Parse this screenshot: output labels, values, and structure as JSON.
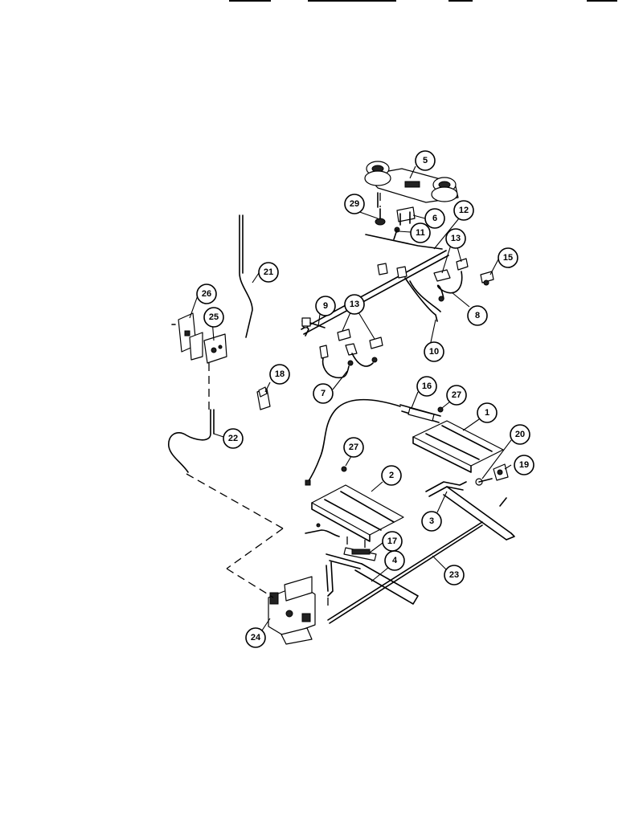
{
  "diagram": {
    "callouts": [
      {
        "key": "c5",
        "label": "5"
      },
      {
        "key": "c29",
        "label": "29"
      },
      {
        "key": "c6",
        "label": "6"
      },
      {
        "key": "c12",
        "label": "12"
      },
      {
        "key": "c11",
        "label": "11"
      },
      {
        "key": "c13a",
        "label": "13"
      },
      {
        "key": "c15",
        "label": "15"
      },
      {
        "key": "c21",
        "label": "21"
      },
      {
        "key": "c26",
        "label": "26"
      },
      {
        "key": "c25",
        "label": "25"
      },
      {
        "key": "c9",
        "label": "9"
      },
      {
        "key": "c13b",
        "label": "13"
      },
      {
        "key": "c8",
        "label": "8"
      },
      {
        "key": "c10",
        "label": "10"
      },
      {
        "key": "c18",
        "label": "18"
      },
      {
        "key": "c7",
        "label": "7"
      },
      {
        "key": "c16",
        "label": "16"
      },
      {
        "key": "c27a",
        "label": "27"
      },
      {
        "key": "c1",
        "label": "1"
      },
      {
        "key": "c22",
        "label": "22"
      },
      {
        "key": "c20",
        "label": "20"
      },
      {
        "key": "c27b",
        "label": "27"
      },
      {
        "key": "c2",
        "label": "2"
      },
      {
        "key": "c19",
        "label": "19"
      },
      {
        "key": "c3",
        "label": "3"
      },
      {
        "key": "c17",
        "label": "17"
      },
      {
        "key": "c4",
        "label": "4"
      },
      {
        "key": "c23",
        "label": "23"
      },
      {
        "key": "c24",
        "label": "24"
      }
    ]
  }
}
